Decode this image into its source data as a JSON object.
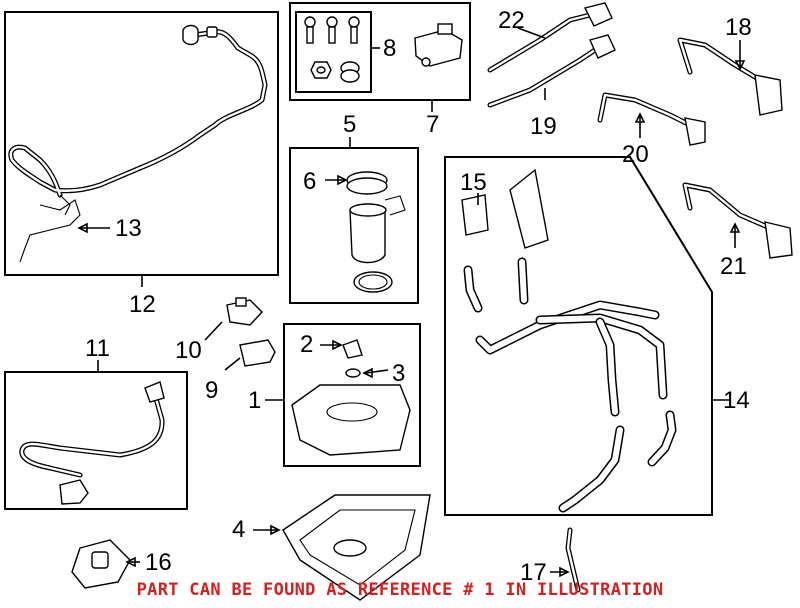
{
  "callouts": {
    "c1": "1",
    "c2": "2",
    "c3": "3",
    "c4": "4",
    "c5": "5",
    "c6": "6",
    "c7": "7",
    "c8": "8",
    "c9": "9",
    "c10": "10",
    "c11": "11",
    "c12": "12",
    "c13": "13",
    "c14": "14",
    "c15": "15",
    "c16": "16",
    "c17": "17",
    "c18": "18",
    "c19": "19",
    "c20": "20",
    "c21": "21",
    "c22": "22"
  },
  "footer_note": {
    "text": "PART CAN BE FOUND AS REFERENCE # 1 IN ILLUSTRATION",
    "color": "#d42020"
  },
  "colors": {
    "line": "#000000",
    "background": "#ffffff"
  }
}
